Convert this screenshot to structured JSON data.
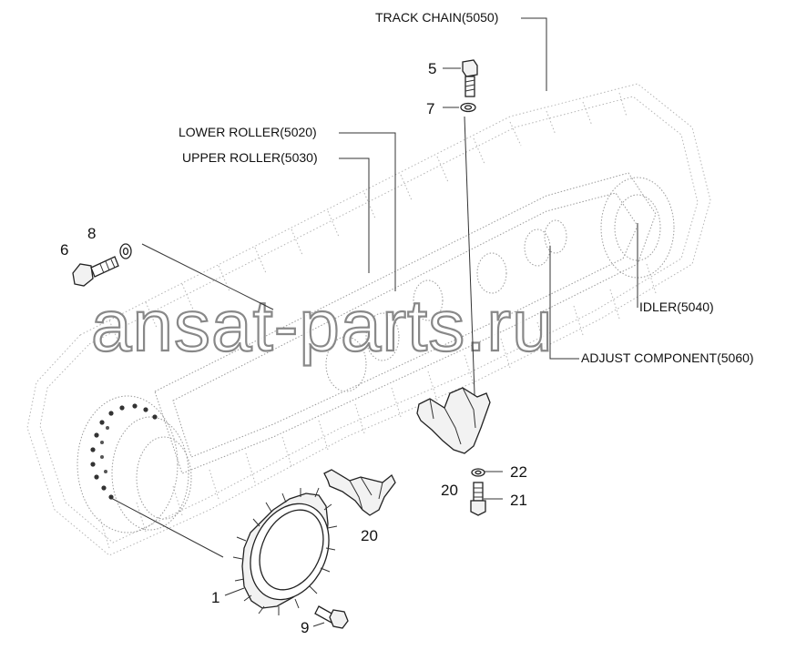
{
  "watermark": "ansat-parts.ru",
  "assemblies": {
    "track_chain": "TRACK CHAIN(5050)",
    "lower_roller": "LOWER ROLLER(5020)",
    "upper_roller": "UPPER ROLLER(5030)",
    "idler": "IDLER(5040)",
    "adjust_component": "ADJUST COMPONENT(5060)"
  },
  "callouts": {
    "c1": "1",
    "c5": "5",
    "c6": "6",
    "c7": "7",
    "c8": "8",
    "c9": "9",
    "c20a": "20",
    "c20b": "20",
    "c21": "21",
    "c22": "22"
  },
  "colors": {
    "background": "#ffffff",
    "line": "#333333",
    "phantom": "#b5b5b5",
    "text": "#111111"
  }
}
